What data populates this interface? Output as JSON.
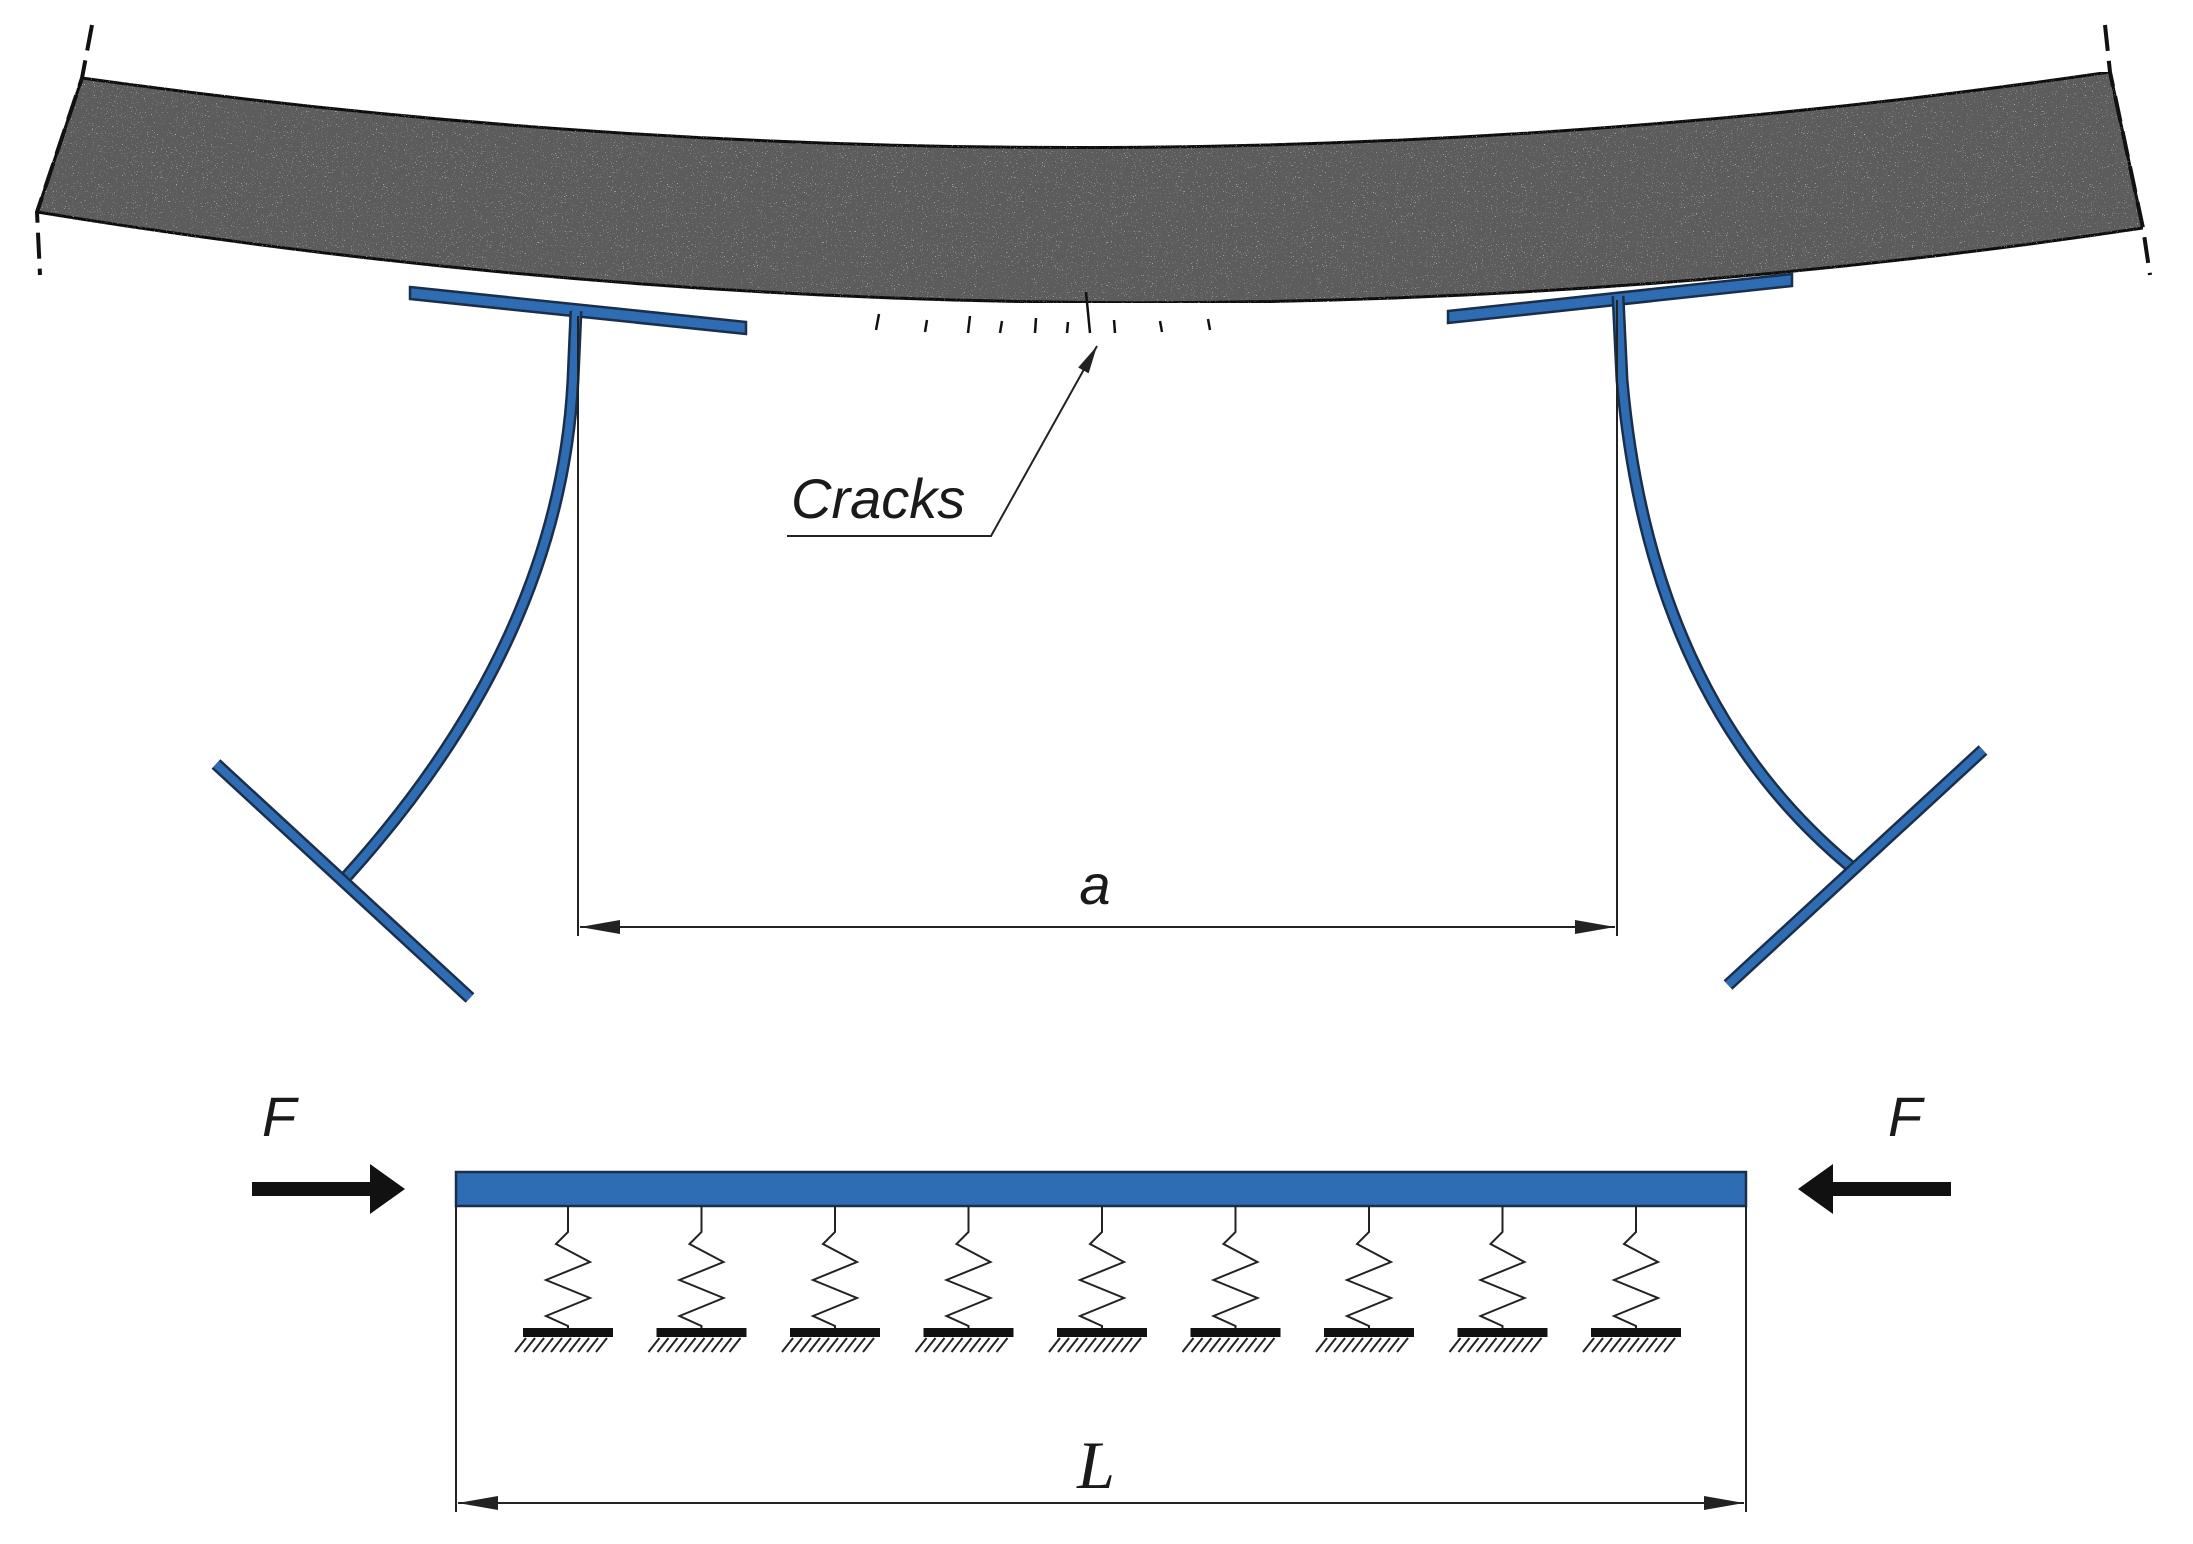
{
  "labels": {
    "cracks": "Cracks",
    "span": "a",
    "length": "L",
    "force_left": "F",
    "force_right": "F"
  },
  "colors": {
    "steel": "#2e6db4",
    "rock": "#5c5c5c",
    "line": "#222222"
  },
  "springs": {
    "count": 9
  }
}
